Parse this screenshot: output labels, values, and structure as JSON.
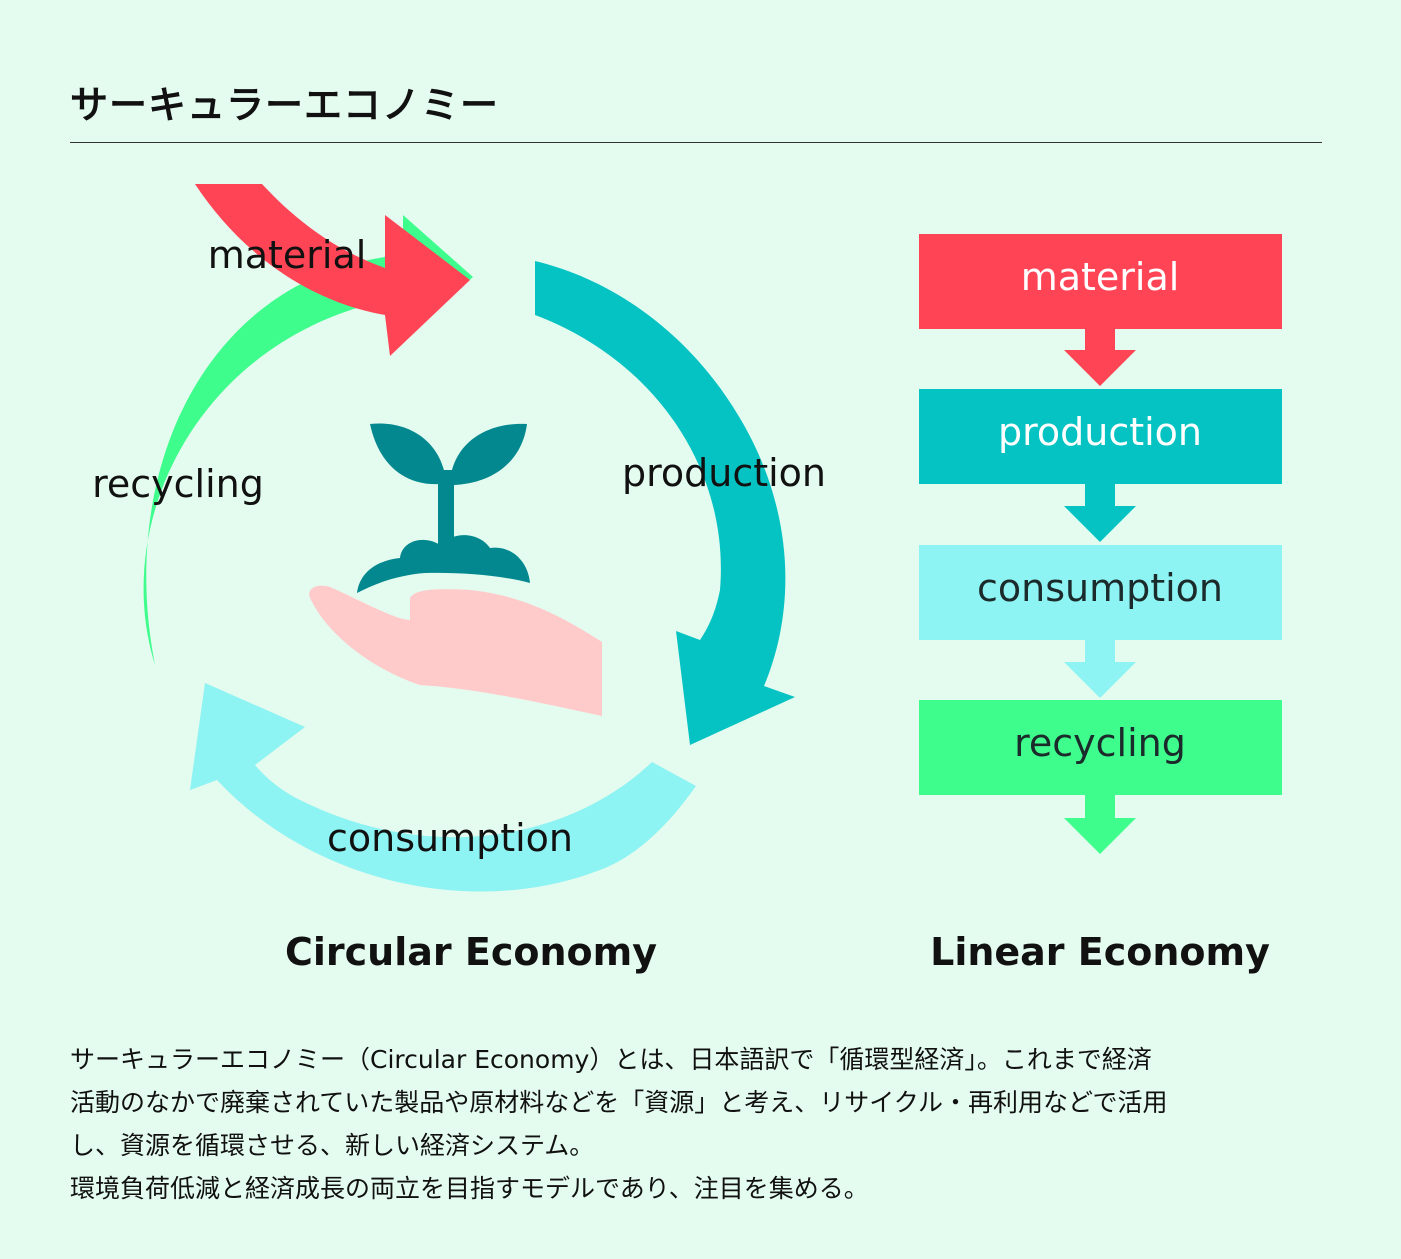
{
  "header": {
    "title": "サーキュラーエコノミー"
  },
  "circular": {
    "label_material": "material",
    "label_production": "production",
    "label_consumption": "consumption",
    "label_recycling": "recycling",
    "caption": "Circular Economy",
    "icon": "sprout-in-hand-icon"
  },
  "linear": {
    "steps": [
      "material",
      "production",
      "consumption",
      "recycling"
    ],
    "caption": "Linear Economy"
  },
  "description": {
    "line1": "サーキュラーエコノミー（Circular Economy）とは、日本語訳で「循環型経済」。これまで経済",
    "line2": "活動のなかで廃棄されていた製品や原材料などを「資源」と考え、リサイクル・再利用などで活用",
    "line3": "し、資源を循環させる、新しい経済システム。",
    "line4": "環境負荷低減と経済成長の両立を目指すモデルであり、注目を集める。"
  },
  "colors": {
    "material": "#ff4455",
    "production": "#05c3c3",
    "consumption": "#8ef3f3",
    "recycling": "#3ffd8d",
    "sprout": "#03888f",
    "hand": "#ffcaca"
  }
}
